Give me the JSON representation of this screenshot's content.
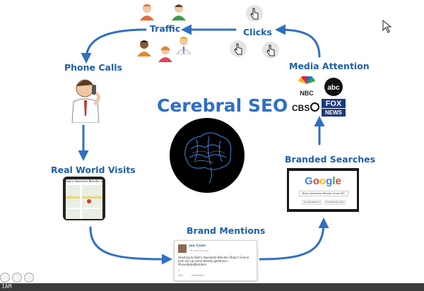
{
  "title": "Cerebral SEO",
  "nodes": {
    "traffic": "Traffic",
    "clicks": "Clicks",
    "phone_calls": "Phone Calls",
    "media_attention": "Media Attention",
    "real_world_visits": "Real World Visits",
    "branded_searches": "Branded Searches",
    "brand_mentions": "Brand Mentions"
  },
  "media_logos": {
    "nbc": "NBC",
    "abc": "abc",
    "cbs": "CBS",
    "fox_line1": "FOX",
    "fox_line2": "NEWS"
  },
  "google_card": {
    "logo": "Google",
    "query": "Bob's Awesome Blender Shop NYC",
    "btn_search": "Google Search",
    "btn_lucky": "I'm Feeling Lucky"
  },
  "phone_card": {
    "search_text": "Bob's Awesome Blender Shop"
  },
  "mention_card": {
    "user_name": "Joe Crutz",
    "time": "56 minutes ago",
    "text": "Heading to Bob's Awesome Blender Shop!! Gonna pick me up some bleedy goodness... #LoveBobsBlenders",
    "likes": "1",
    "like_label": "Like",
    "comment_label": "Comment"
  },
  "bottom_bar": {
    "label": "IAM"
  },
  "colors": {
    "arrow": "#2f6fc4",
    "label": "#1f5fa8",
    "title": "#2f6fc4"
  }
}
